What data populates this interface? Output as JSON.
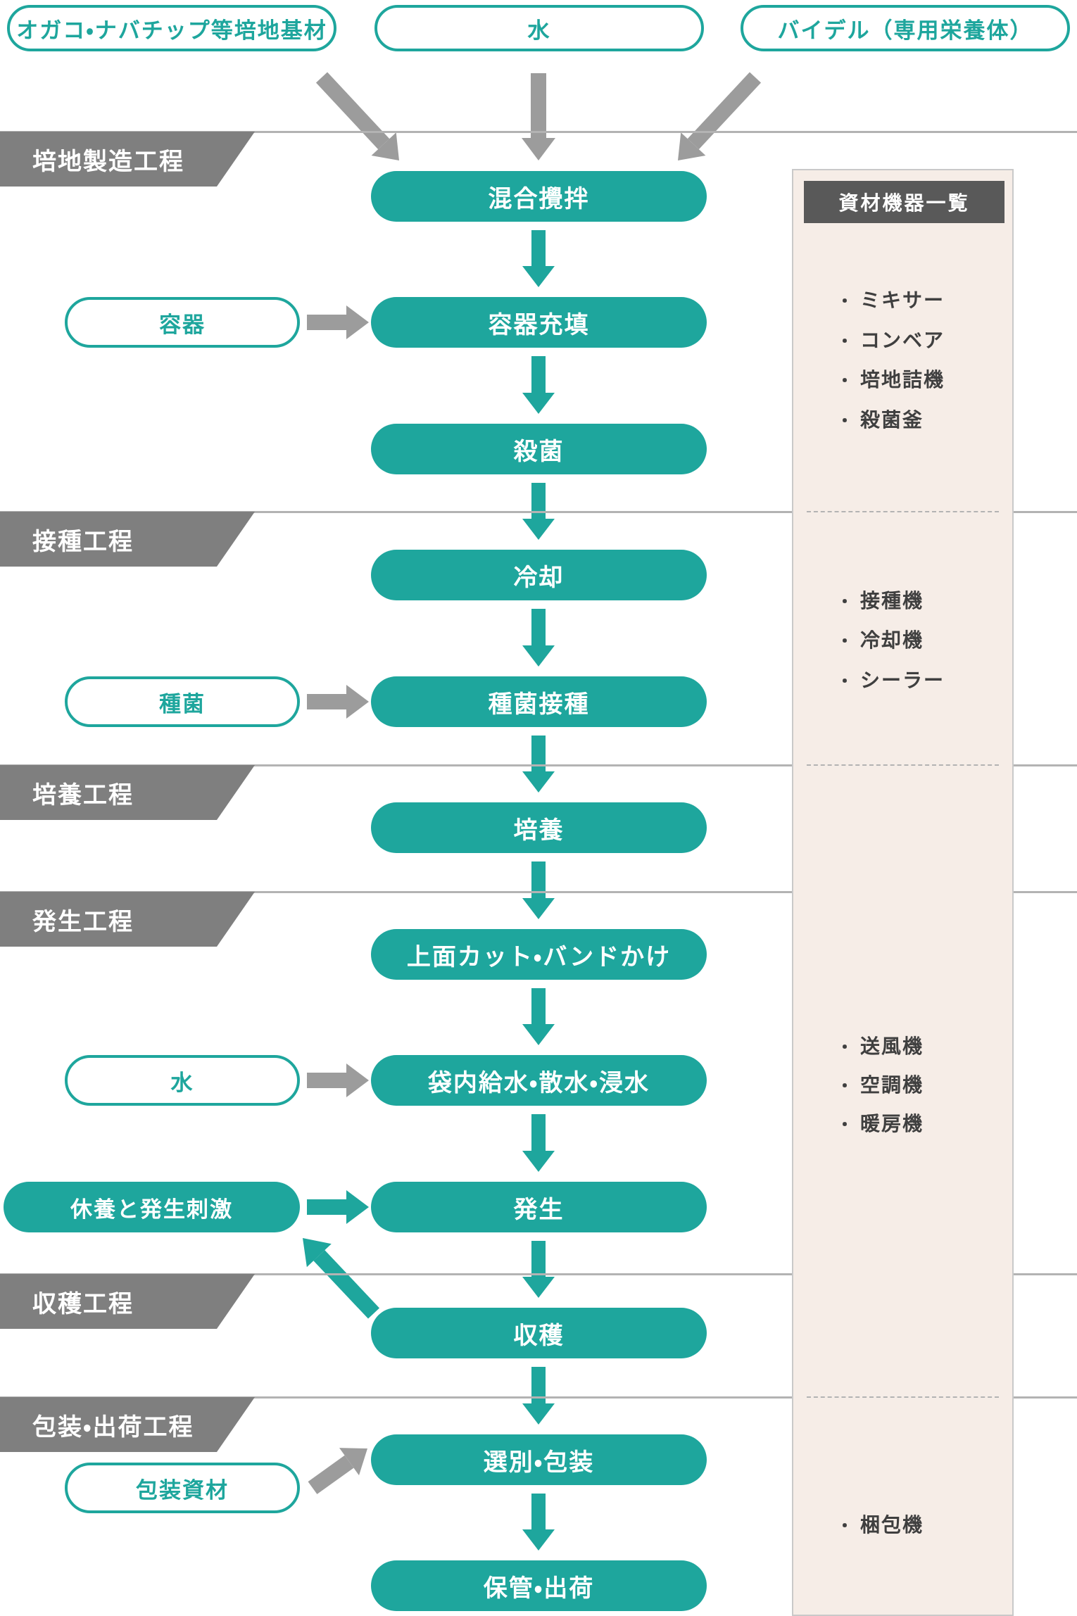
{
  "top_inputs": [
    "オガコ・ナバチップ等培地基材",
    "水",
    "バイデル（専用栄養体）"
  ],
  "stages": [
    "培地製造工程",
    "接種工程",
    "培養工程",
    "発生工程",
    "収穫工程",
    "包装・出荷工程"
  ],
  "process_steps": [
    "混合攪拌",
    "容器充填",
    "殺菌",
    "冷却",
    "種菌接種",
    "培養",
    "上面カット・バンドかけ",
    "袋内給水・散水・浸水",
    "発生",
    "収穫",
    "選別・包装",
    "保管・出荷"
  ],
  "side_inputs": [
    "容器",
    "種菌",
    "水",
    "休養と発生刺激",
    "包装資材"
  ],
  "equipment_panel": {
    "title": "資材機器一覧",
    "bullet": "・",
    "groups": [
      [
        "ミキサー",
        "コンベア",
        "培地詰機",
        "殺菌釜"
      ],
      [
        "接種機",
        "冷却機",
        "シーラー"
      ],
      [
        "送風機",
        "空調機",
        "暖房機"
      ],
      [
        "梱包機"
      ]
    ]
  },
  "colors": {
    "teal": "#1EA69D",
    "stage_gray": "#7F7F7F",
    "arrow_gray": "#9C9C9C",
    "line_gray": "#B3B3B3",
    "panel_bg": "#F6EDE7",
    "panel_border": "#C9C9C9",
    "header_bg": "#595959",
    "item_text": "#3F3F3F"
  }
}
